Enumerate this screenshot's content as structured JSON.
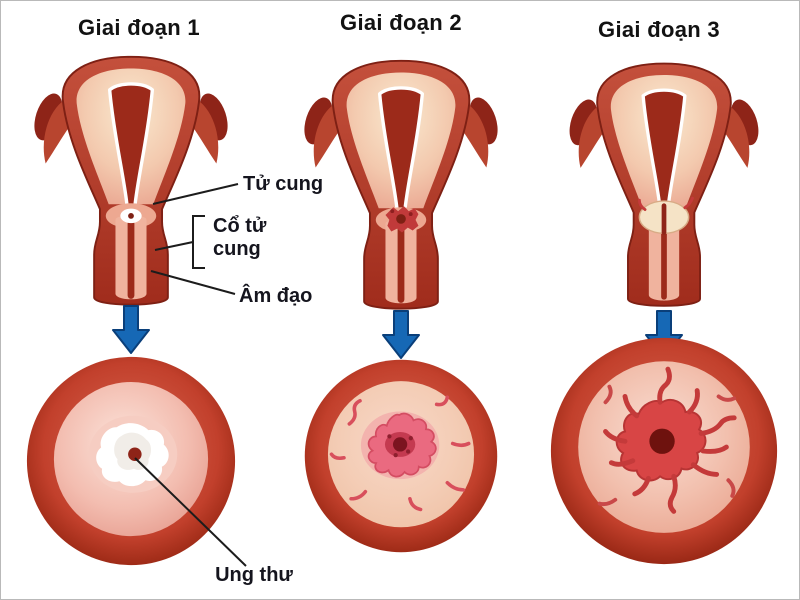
{
  "diagram": {
    "stages": [
      {
        "title": "Giai đoạn 1"
      },
      {
        "title": "Giai đoạn 2"
      },
      {
        "title": "Giai đoạn 3"
      }
    ],
    "labels": {
      "uterus": "Tử cung",
      "cervix": "Cổ tử cung",
      "vagina": "Âm đạo",
      "cancer": "Ung thư"
    },
    "colors": {
      "dark_red": "#9c2a1a",
      "red": "#c2402c",
      "pink": "#f3bdb0",
      "cream": "#f6e3c9",
      "lesion_white": "#ffffff",
      "lesion_pink": "#ea6a80",
      "lesion_red": "#d84545",
      "arrow_blue": "#1668b5",
      "label_text": "#15151e"
    }
  }
}
